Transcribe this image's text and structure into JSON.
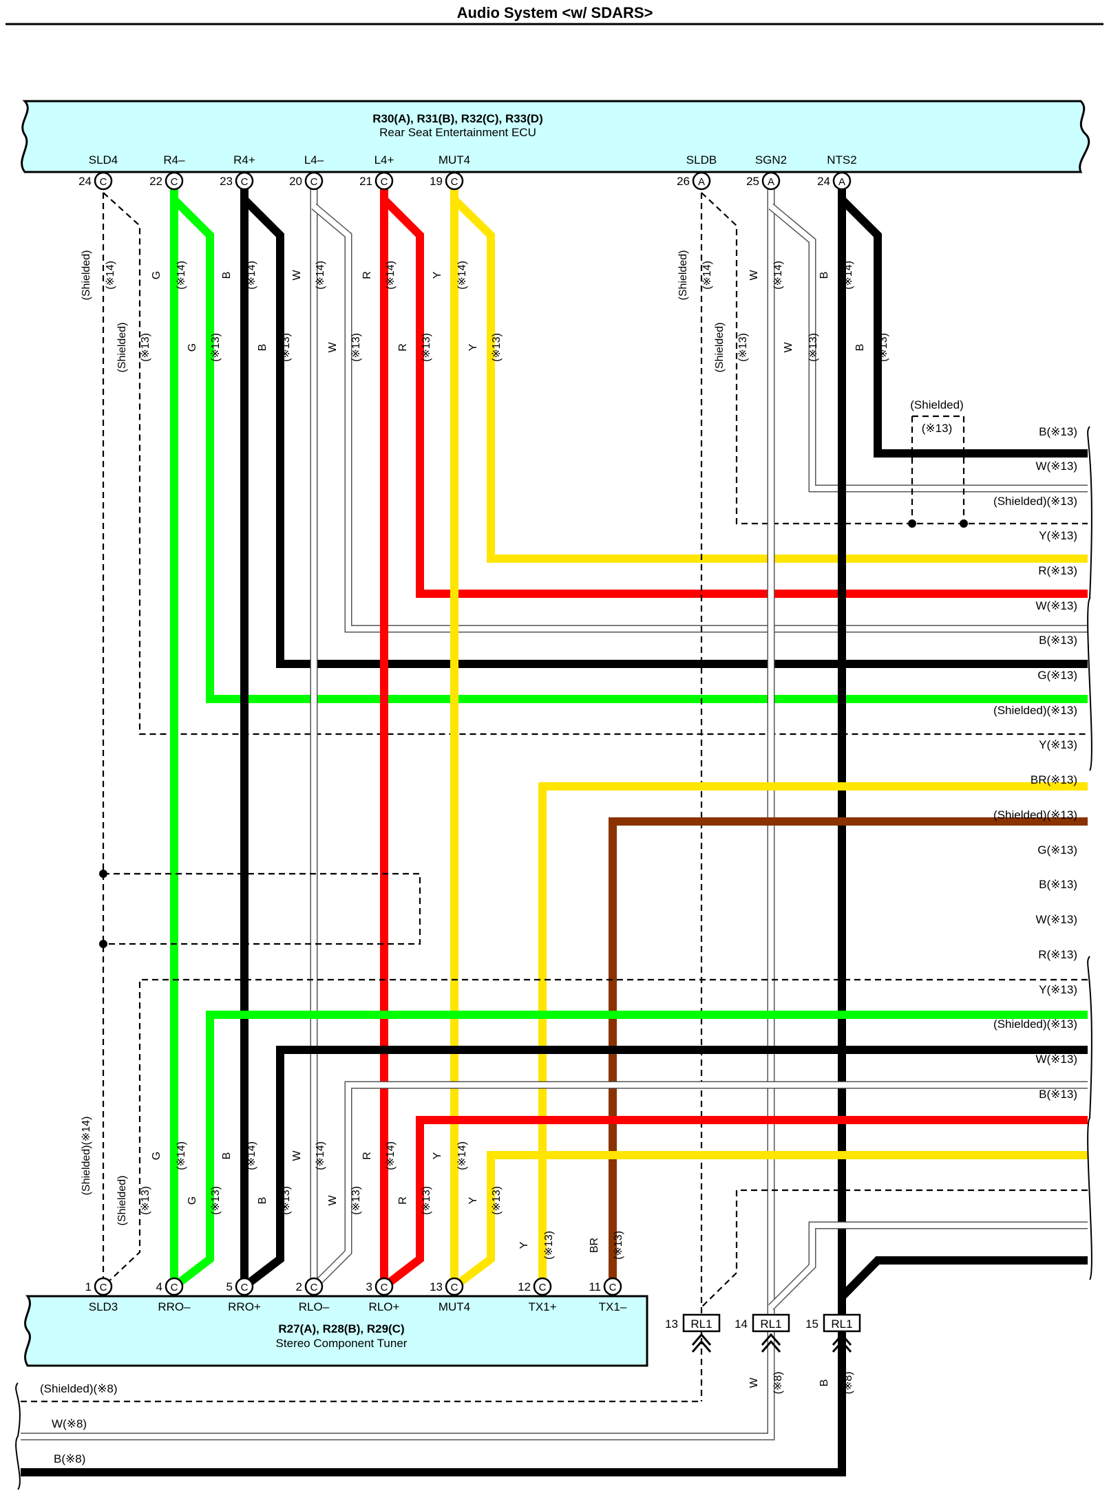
{
  "title": "Audio System <w/ SDARS>",
  "colors": {
    "G": "#00ff00",
    "B": "#000000",
    "W": "#ffffff",
    "R": "#ff0000",
    "Y": "#ffe500",
    "BR": "#8a3300",
    "box_fill": "#ccffff",
    "stroke": "#000000"
  },
  "icons": [
    "connector-terminal-icon",
    "splice-dot-icon",
    "plug-connector-icon",
    "wire-break-icon"
  ],
  "ecu": {
    "name": "R30(A), R31(B), R32(C), R33(D)",
    "desc": "Rear Seat Entertainment ECU",
    "pins": [
      {
        "sig": "SLD4",
        "num": "24",
        "conn": "C"
      },
      {
        "sig": "R4–",
        "num": "22",
        "conn": "C"
      },
      {
        "sig": "R4+",
        "num": "23",
        "conn": "C"
      },
      {
        "sig": "L4–",
        "num": "20",
        "conn": "C"
      },
      {
        "sig": "L4+",
        "num": "21",
        "conn": "C"
      },
      {
        "sig": "MUT4",
        "num": "19",
        "conn": "C"
      },
      {
        "sig": "SLDB",
        "num": "26",
        "conn": "A"
      },
      {
        "sig": "SGN2",
        "num": "25",
        "conn": "A"
      },
      {
        "sig": "NTS2",
        "num": "24",
        "conn": "A"
      }
    ]
  },
  "tuner": {
    "name": "R27(A), R28(B), R29(C)",
    "desc": "Stereo Component Tuner",
    "pins": [
      {
        "sig": "SLD3",
        "num": "1",
        "conn": "C"
      },
      {
        "sig": "RRO–",
        "num": "4",
        "conn": "C"
      },
      {
        "sig": "RRO+",
        "num": "5",
        "conn": "C"
      },
      {
        "sig": "RLO–",
        "num": "2",
        "conn": "C"
      },
      {
        "sig": "RLO+",
        "num": "3",
        "conn": "C"
      },
      {
        "sig": "MUT4",
        "num": "13",
        "conn": "C"
      },
      {
        "sig": "TX1+",
        "num": "12",
        "conn": "C"
      },
      {
        "sig": "TX1–",
        "num": "11",
        "conn": "C"
      }
    ]
  },
  "rl1": [
    {
      "num": "13",
      "label": "RL1"
    },
    {
      "num": "14",
      "label": "RL1"
    },
    {
      "num": "15",
      "label": "RL1"
    }
  ],
  "upper_verticals": [
    {
      "a": "(Shielded)",
      "b": "(※14)"
    },
    {
      "a": "(Shielded)",
      "b": "(※13)"
    },
    {
      "a": "G",
      "b": "(※14)"
    },
    {
      "a": "G",
      "b": "(※13)"
    },
    {
      "a": "B",
      "b": "(※14)"
    },
    {
      "a": "B",
      "b": "(※13)"
    },
    {
      "a": "W",
      "b": "(※14)"
    },
    {
      "a": "W",
      "b": "(※13)"
    },
    {
      "a": "R",
      "b": "(※14)"
    },
    {
      "a": "R",
      "b": "(※13)"
    },
    {
      "a": "Y",
      "b": "(※14)"
    },
    {
      "a": "Y",
      "b": "(※13)"
    },
    {
      "a": "(Shielded)",
      "b": "(※14)"
    },
    {
      "a": "(Shielded)",
      "b": "(※13)"
    },
    {
      "a": "W",
      "b": "(※14)"
    },
    {
      "a": "W",
      "b": "(※13)"
    },
    {
      "a": "B",
      "b": "(※14)"
    },
    {
      "a": "B",
      "b": "(※13)"
    }
  ],
  "lower_verticals": [
    {
      "a": "(Shielded)(※14)",
      "b": ""
    },
    {
      "a": "(Shielded)",
      "b": "(※13)"
    },
    {
      "a": "G",
      "b": "(※14)"
    },
    {
      "a": "G",
      "b": "(※13)"
    },
    {
      "a": "B",
      "b": "(※14)"
    },
    {
      "a": "B",
      "b": "(※13)"
    },
    {
      "a": "W",
      "b": "(※14)"
    },
    {
      "a": "W",
      "b": "(※13)"
    },
    {
      "a": "R",
      "b": "(※14)"
    },
    {
      "a": "R",
      "b": "(※13)"
    },
    {
      "a": "Y",
      "b": "(※14)"
    },
    {
      "a": "Y",
      "b": "(※13)"
    },
    {
      "a": "Y",
      "b": "(※13)"
    },
    {
      "a": "BR",
      "b": "(※13)"
    }
  ],
  "rl1_verticals": [
    {
      "a": "W",
      "b": "(※8)"
    },
    {
      "a": "B",
      "b": "(※8)"
    }
  ],
  "shield_box_labels": [
    "(Shielded)",
    "(※13)"
  ],
  "right_wires": [
    "B(※13)",
    "W(※13)",
    "(Shielded)(※13)",
    "Y(※13)",
    "R(※13)",
    "W(※13)",
    "B(※13)",
    "G(※13)",
    "(Shielded)(※13)",
    "Y(※13)",
    "BR(※13)",
    "(Shielded)(※13)",
    "G(※13)",
    "B(※13)",
    "W(※13)",
    "R(※13)",
    "Y(※13)",
    "(Shielded)(※13)",
    "W(※13)",
    "B(※13)"
  ],
  "left_wires": [
    "(Shielded)(※8)",
    "W(※8)",
    "B(※8)"
  ]
}
